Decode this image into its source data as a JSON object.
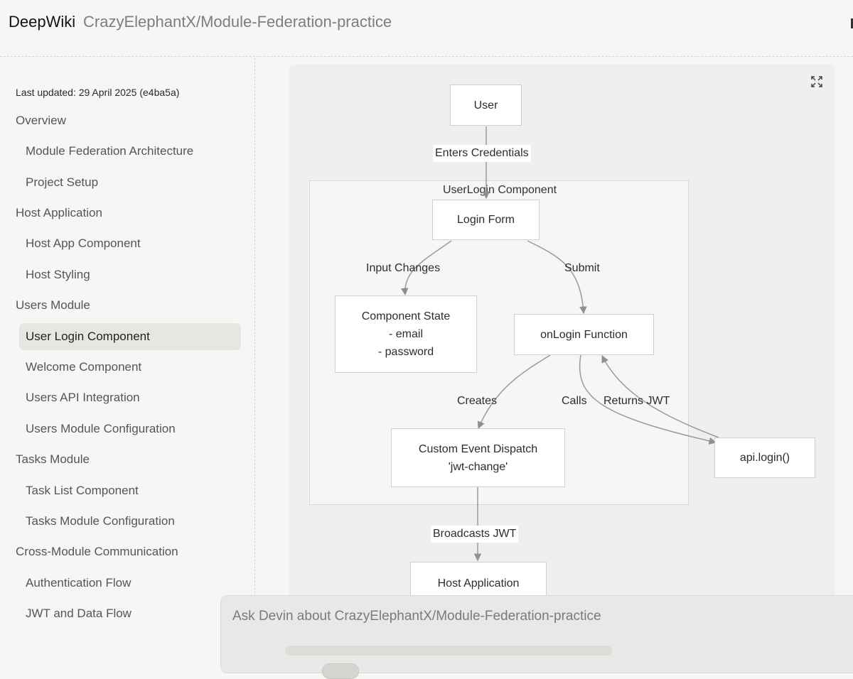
{
  "header": {
    "brand": "DeepWiki",
    "repo": "CrazyElephantX/Module-Federation-practice"
  },
  "sidebar": {
    "last_updated": "Last updated: 29 April 2025 (e4ba5a)",
    "items": [
      {
        "label": "Overview",
        "level": 0
      },
      {
        "label": "Module Federation Architecture",
        "level": 1
      },
      {
        "label": "Project Setup",
        "level": 1
      },
      {
        "label": "Host Application",
        "level": 0
      },
      {
        "label": "Host App Component",
        "level": 1
      },
      {
        "label": "Host Styling",
        "level": 1
      },
      {
        "label": "Users Module",
        "level": 0
      },
      {
        "label": "User Login Component",
        "level": 1,
        "active": true
      },
      {
        "label": "Welcome Component",
        "level": 1
      },
      {
        "label": "Users API Integration",
        "level": 1
      },
      {
        "label": "Users Module Configuration",
        "level": 1
      },
      {
        "label": "Tasks Module",
        "level": 0
      },
      {
        "label": "Task List Component",
        "level": 1
      },
      {
        "label": "Tasks Module Configuration",
        "level": 1
      },
      {
        "label": "Cross-Module Communication",
        "level": 0
      },
      {
        "label": "Authentication Flow",
        "level": 1
      },
      {
        "label": "JWT and Data Flow",
        "level": 1
      }
    ]
  },
  "diagram": {
    "expand_icon": "expand-icon",
    "group_title": "UserLogin Component",
    "nodes": {
      "user": "User",
      "login_form": "Login Form",
      "component_state": "Component State\n- email\n- password",
      "on_login": "onLogin Function",
      "custom_event": "Custom Event Dispatch\n'jwt-change'",
      "api_login": "api.login()",
      "host_app": "Host Application"
    },
    "edges": {
      "enters_credentials": "Enters Credentials",
      "input_changes": "Input Changes",
      "submit": "Submit",
      "creates": "Creates",
      "calls": "Calls",
      "returns_jwt": "Returns JWT",
      "broadcasts_jwt": "Broadcasts JWT"
    }
  },
  "ask": {
    "placeholder": "Ask Devin about CrazyElephantX/Module-Federation-practice"
  }
}
